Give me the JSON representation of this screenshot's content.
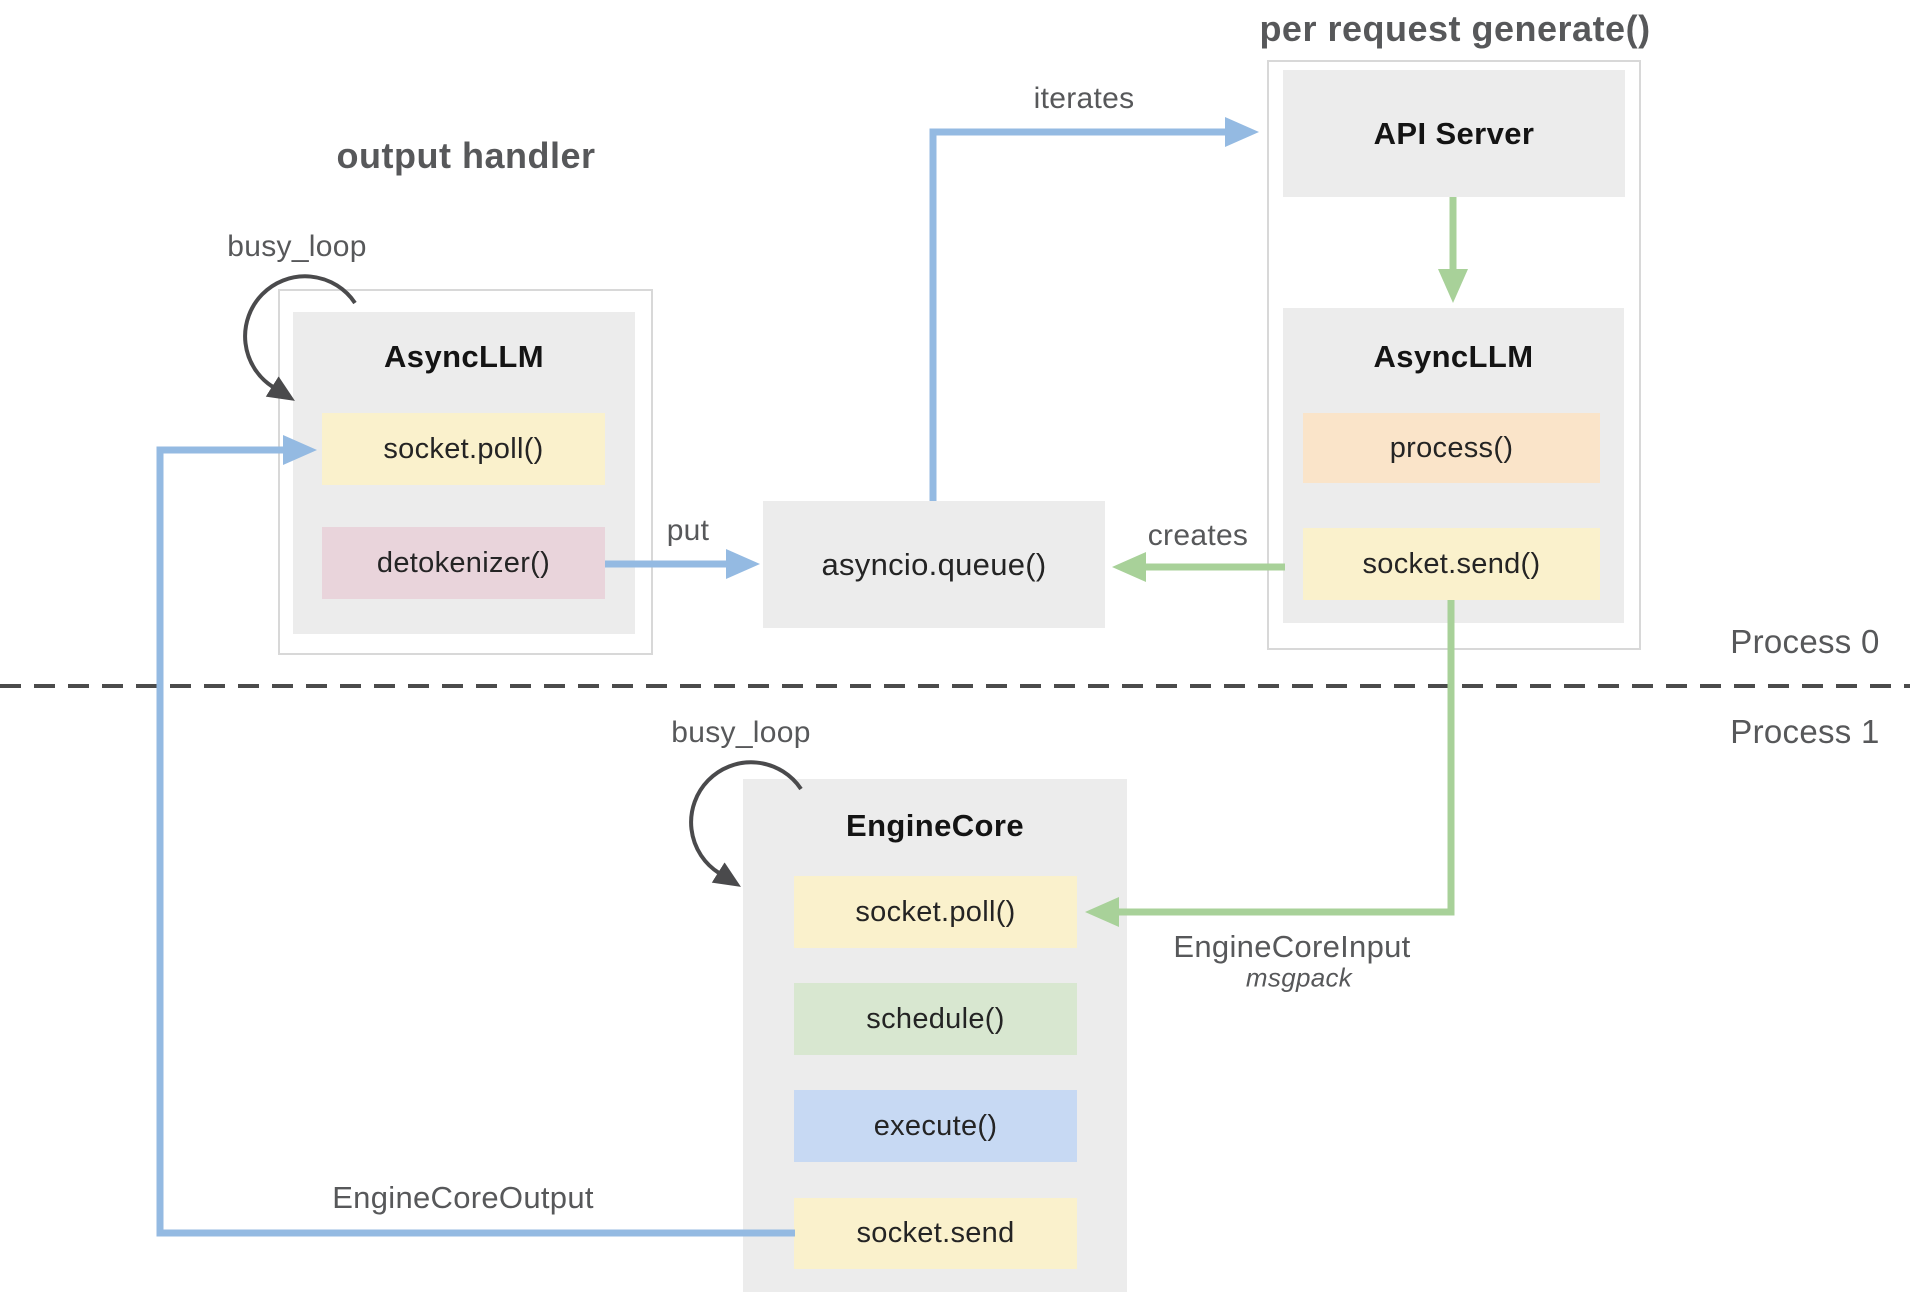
{
  "diagram": {
    "section_titles": {
      "left": "output handler",
      "right": "per request generate()"
    },
    "process_labels": {
      "top": "Process 0",
      "bottom": "Process 1"
    },
    "nodes": {
      "async_llm_left": {
        "title": "AsyncLLM",
        "methods": [
          "socket.poll()",
          "detokenizer()"
        ]
      },
      "api_server": {
        "title": "API Server"
      },
      "async_llm_right": {
        "title": "AsyncLLM",
        "methods": [
          "process()",
          "socket.send()"
        ]
      },
      "asyncio_queue": {
        "title": "asyncio.queue()"
      },
      "engine_core": {
        "title": "EngineCore",
        "methods": [
          "socket.poll()",
          "schedule()",
          "execute()",
          "socket.send"
        ]
      }
    },
    "edge_labels": {
      "busy_loop_top": "busy_loop",
      "busy_loop_bottom": "busy_loop",
      "iterates": "iterates",
      "put": "put",
      "creates": "creates",
      "engine_core_input": "EngineCoreInput",
      "engine_core_input_format": "msgpack",
      "engine_core_output": "EngineCoreOutput"
    },
    "colors": {
      "node_fill": "#ececec",
      "outer_border": "#d8d8d8",
      "method_yellow": "#faf1cc",
      "method_pink": "#e9d4db",
      "method_orange": "#fae4c9",
      "method_green": "#d8e7d0",
      "method_blue": "#c7d9f3",
      "arrow_blue": "#94bae2",
      "arrow_green": "#a8d199",
      "loop_arrow": "#4a4a4c",
      "divider_dash": "#4b4b4b",
      "label_text": "#57585a",
      "box_text": "#242424"
    }
  }
}
